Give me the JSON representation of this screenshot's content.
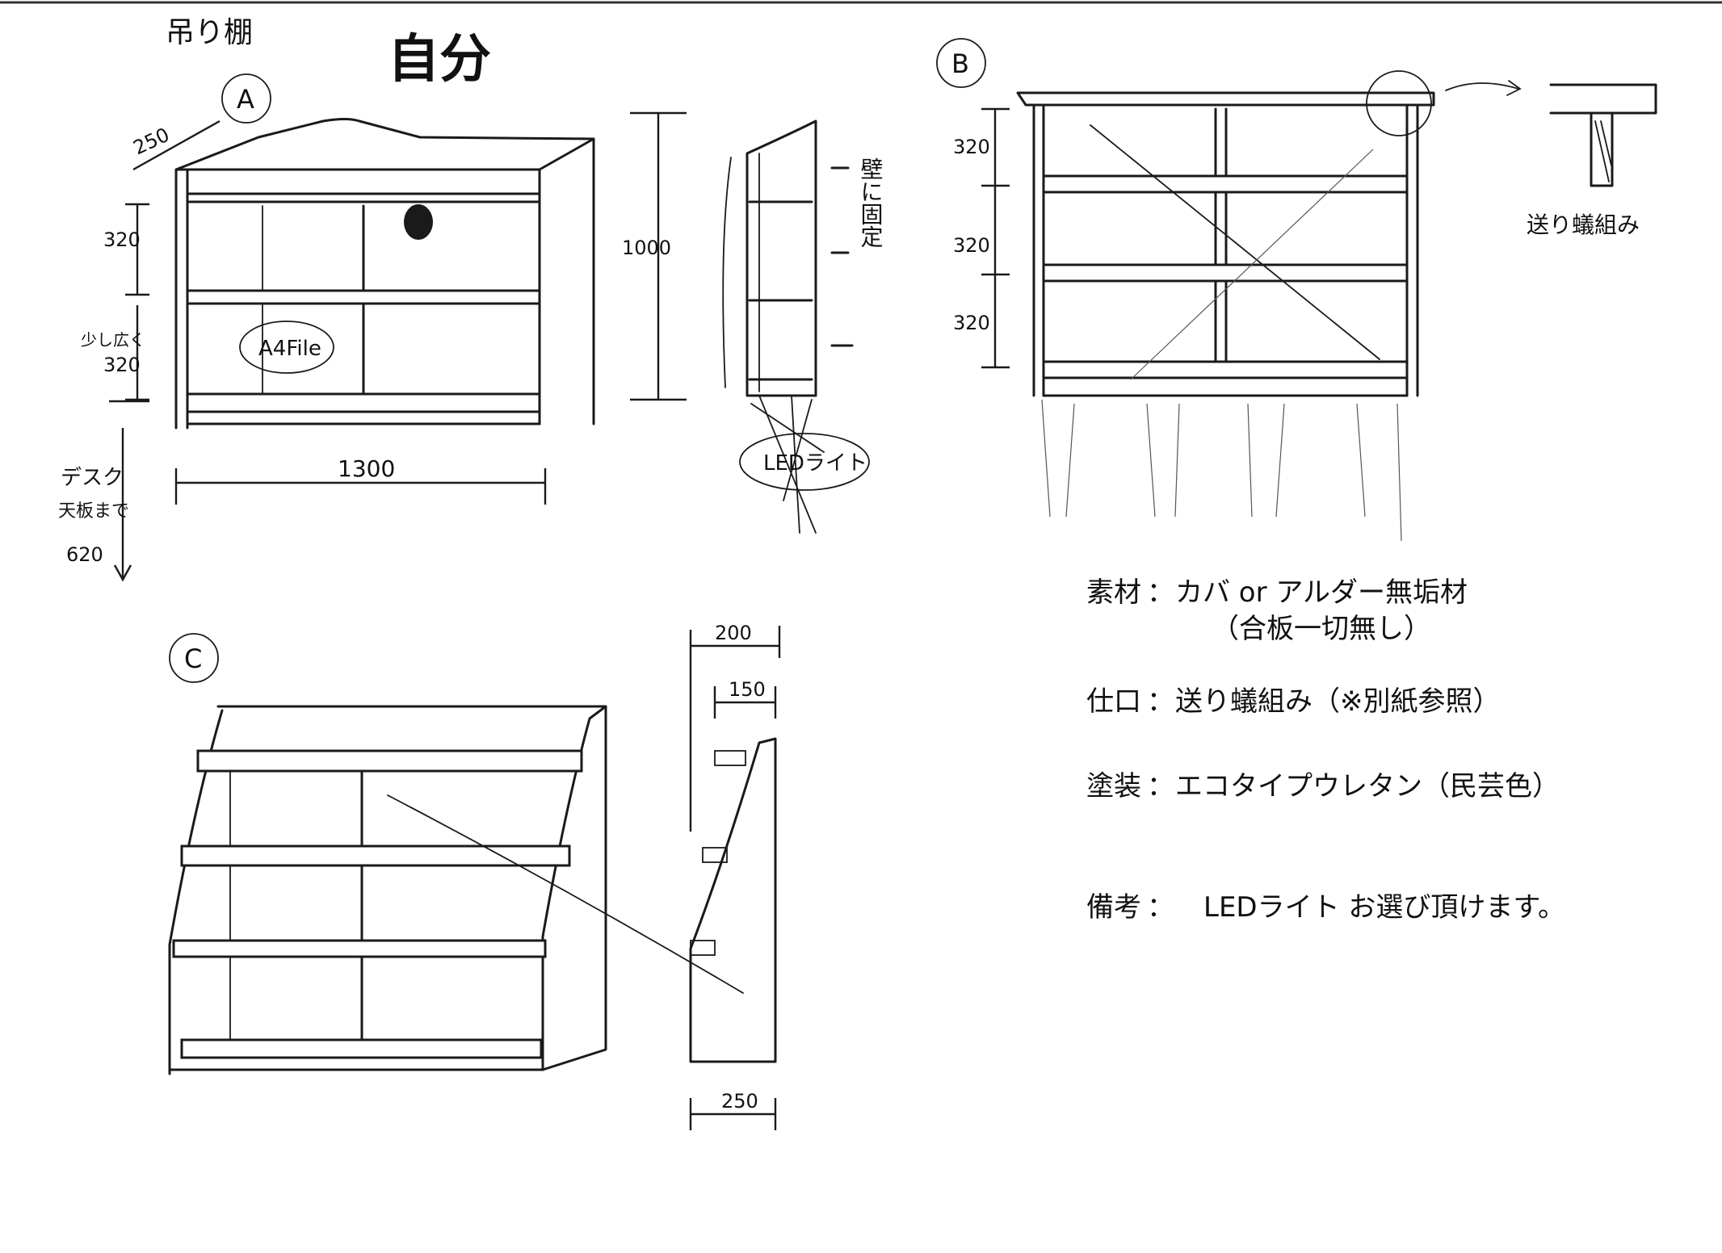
{
  "title": "吊り棚",
  "stamp_text": "自分",
  "sketch_a": {
    "marker": "A",
    "dim_depth": "250",
    "dim_shelf_1": "320",
    "dim_shelf_2": "320",
    "dim_shelf_2_note": "少し広く",
    "dim_width": "1300",
    "desk_label_1": "デスク",
    "desk_label_2": "天板まで",
    "desk_dim": "620",
    "file_label": "A4File"
  },
  "side_view": {
    "dim_height": "1000",
    "wall_note": "壁に固定",
    "led_label": "LEDライト"
  },
  "sketch_b": {
    "marker": "B",
    "dims": [
      "320",
      "320",
      "320"
    ],
    "joint_label": "送り蟻組み"
  },
  "sketch_c": {
    "marker": "C",
    "dim_top": "200",
    "dim_mid": "150",
    "dim_bottom": "250"
  },
  "notes": [
    {
      "label": "素材",
      "value": "カバ or アルダー無垢材"
    },
    {
      "label": "",
      "value": "（合板一切無し）"
    },
    {
      "label": "仕口",
      "value": "送り蟻組み（※別紙参照）"
    },
    {
      "label": "塗装",
      "value": "エコタイプウレタン（民芸色）"
    },
    {
      "label": "備考",
      "value": "LEDライト お選び頂けます。"
    }
  ],
  "colors": {
    "ink": "#1a1a1a",
    "paper": "#ffffff"
  }
}
